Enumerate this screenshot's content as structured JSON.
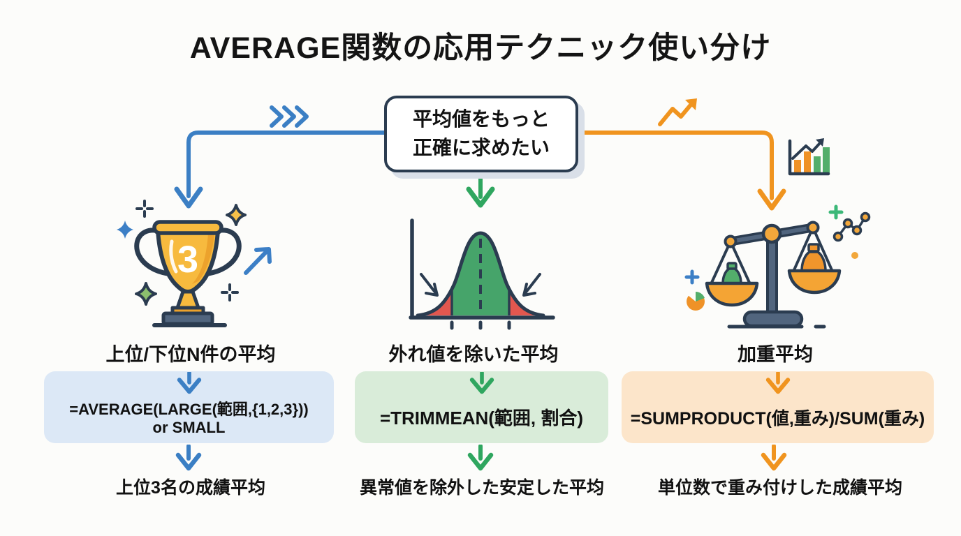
{
  "title": "AVERAGE関数の応用テクニック使い分け",
  "decision_box": {
    "line1": "平均値をもっと",
    "line2": "正確に求めたい"
  },
  "trophy_badge": "3",
  "branches": [
    {
      "heading": "上位/下位N件の平均",
      "formula": "=AVERAGE(LARGE(範囲,{1,2,3}))",
      "formula_alt": "or SMALL",
      "result": "上位3名の成績平均",
      "icon": "trophy-icon",
      "accent": "#3b7fc4",
      "box_bg": "#dce8f6"
    },
    {
      "heading": "外れ値を除いた平均",
      "formula": "=TRIMMEAN(範囲, 割合)",
      "result": "異常値を除外した安定した平均",
      "icon": "bell-curve-icon",
      "accent": "#2fa65f",
      "box_bg": "#d9ecd9"
    },
    {
      "heading": "加重平均",
      "formula": "=SUMPRODUCT(値,重み)/SUM(重み)",
      "result": "単位数で重み付けした成績平均",
      "icon": "balance-scale-icon",
      "accent": "#f0941f",
      "box_bg": "#fce5ca"
    }
  ],
  "colors": {
    "blue": "#3b7fc4",
    "green": "#2fa65f",
    "orange": "#f0941f",
    "navy": "#2b3c50",
    "red_tail": "#e2574f",
    "gold": "#f7ba3e",
    "slate": "#51657e",
    "box_shadow": "#d9dfe8"
  }
}
